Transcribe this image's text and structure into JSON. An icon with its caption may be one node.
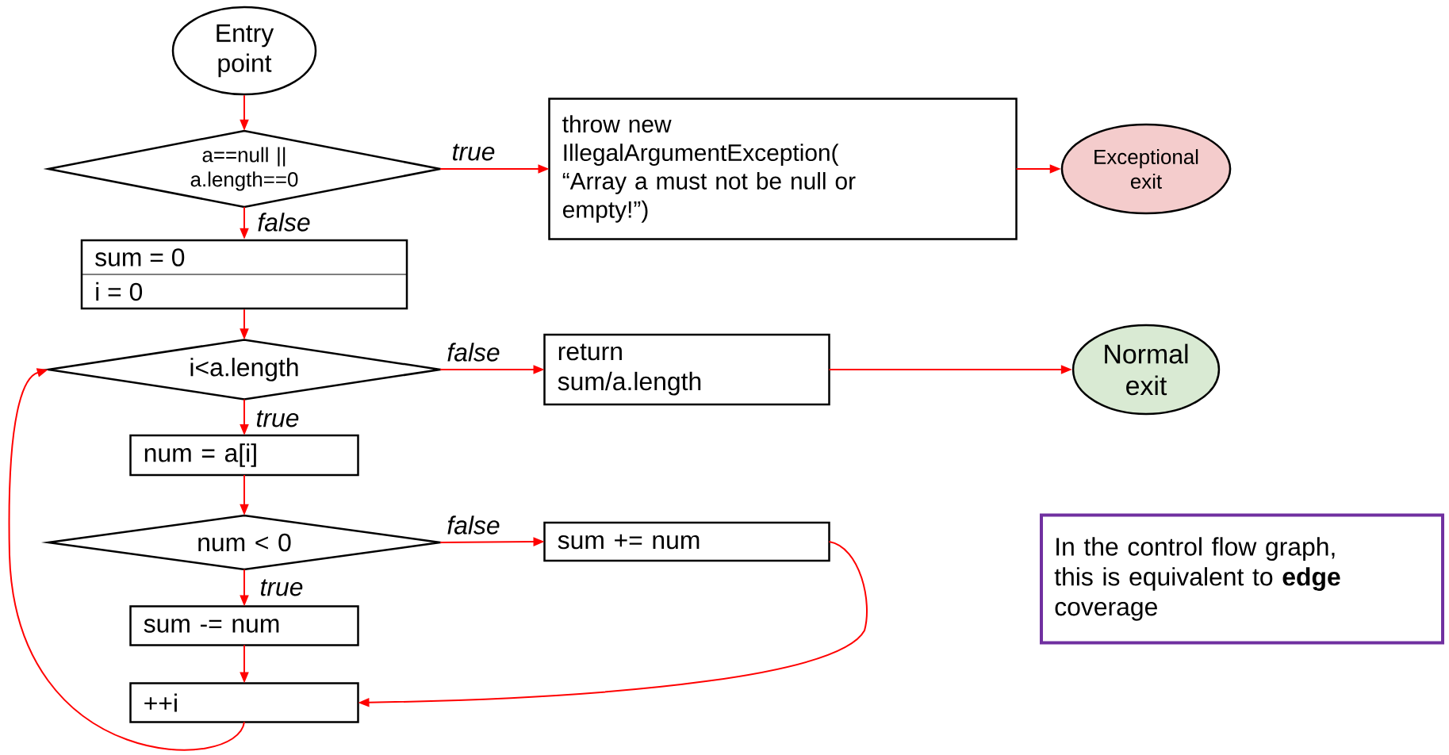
{
  "diagram": {
    "nodes": [
      {
        "text": [
          "Entry point"
        ]
      },
      {
        "text": [
          "a==null || a.length==0"
        ]
      },
      {
        "text": [
          "throw new IllegalArgumentException( “Array a must not be null or empty!”)"
        ]
      },
      {
        "text": [
          "Exceptional exit"
        ]
      },
      {
        "text": [
          "sum = 0",
          "i = 0"
        ]
      },
      {
        "text": [
          "i<a.length"
        ]
      },
      {
        "text": [
          "return sum/a.length"
        ]
      },
      {
        "text": [
          "Normal exit"
        ]
      },
      {
        "text": [
          "num = a[i]"
        ]
      },
      {
        "text": [
          "num < 0"
        ]
      },
      {
        "text": [
          "sum += num"
        ]
      },
      {
        "text": [
          "sum -= num"
        ]
      },
      {
        "text": [
          "++i"
        ]
      },
      {
        "text": [
          "In the control flow graph, this is equivalent to **edge** coverage"
        ]
      }
    ],
    "edges": [
      {
        "from": 0,
        "to": 1,
        "arrow": "to"
      },
      {
        "from": 1,
        "to": 2,
        "arrow": "to",
        "label": "true"
      },
      {
        "from": 2,
        "to": 3,
        "arrow": "to"
      },
      {
        "from": 1,
        "to": 4,
        "arrow": "to",
        "label": "false"
      },
      {
        "from": 4,
        "to": 5,
        "arrow": "to"
      },
      {
        "from": 5,
        "to": 6,
        "arrow": "to",
        "label": "false"
      },
      {
        "from": 6,
        "to": 7,
        "arrow": "to"
      },
      {
        "from": 5,
        "to": 8,
        "arrow": "to",
        "label": "true"
      },
      {
        "from": 8,
        "to": 9,
        "arrow": "to"
      },
      {
        "from": 9,
        "to": 10,
        "arrow": "to",
        "label": "false"
      },
      {
        "from": 9,
        "to": 11,
        "arrow": "to",
        "label": "true"
      },
      {
        "from": 11,
        "to": 12,
        "arrow": "to"
      },
      {
        "from": 10,
        "to": 12,
        "arrow": "to"
      },
      {
        "from": 12,
        "to": 5,
        "arrow": "to"
      }
    ]
  }
}
